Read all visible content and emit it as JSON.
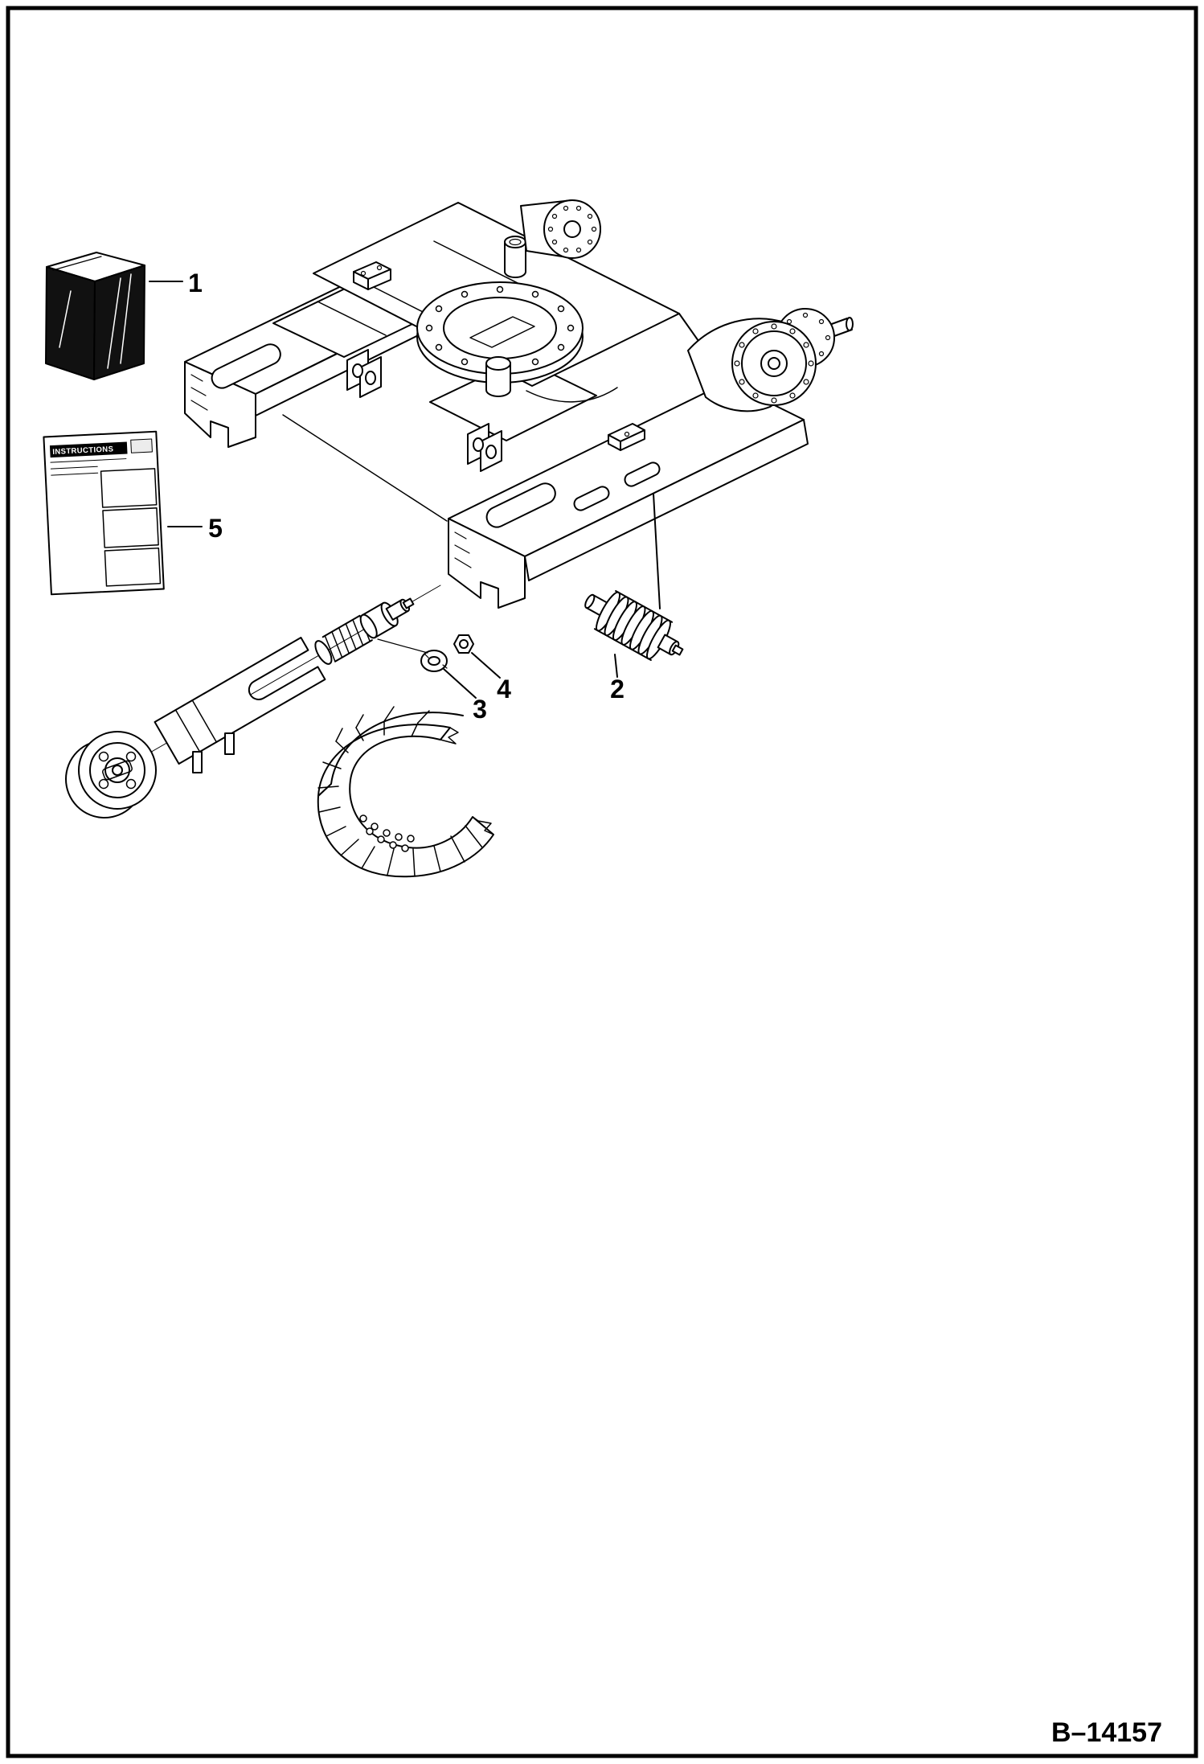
{
  "page": {
    "paper_color": "#ffffff",
    "ink_color": "#000000"
  },
  "figure": {
    "reference": "B–14157",
    "instructions_sheet": {
      "title": "INSTRUCTIONS"
    },
    "callouts": [
      {
        "label": "1"
      },
      {
        "label": "2"
      },
      {
        "label": "3"
      },
      {
        "label": "4"
      },
      {
        "label": "5"
      }
    ]
  }
}
